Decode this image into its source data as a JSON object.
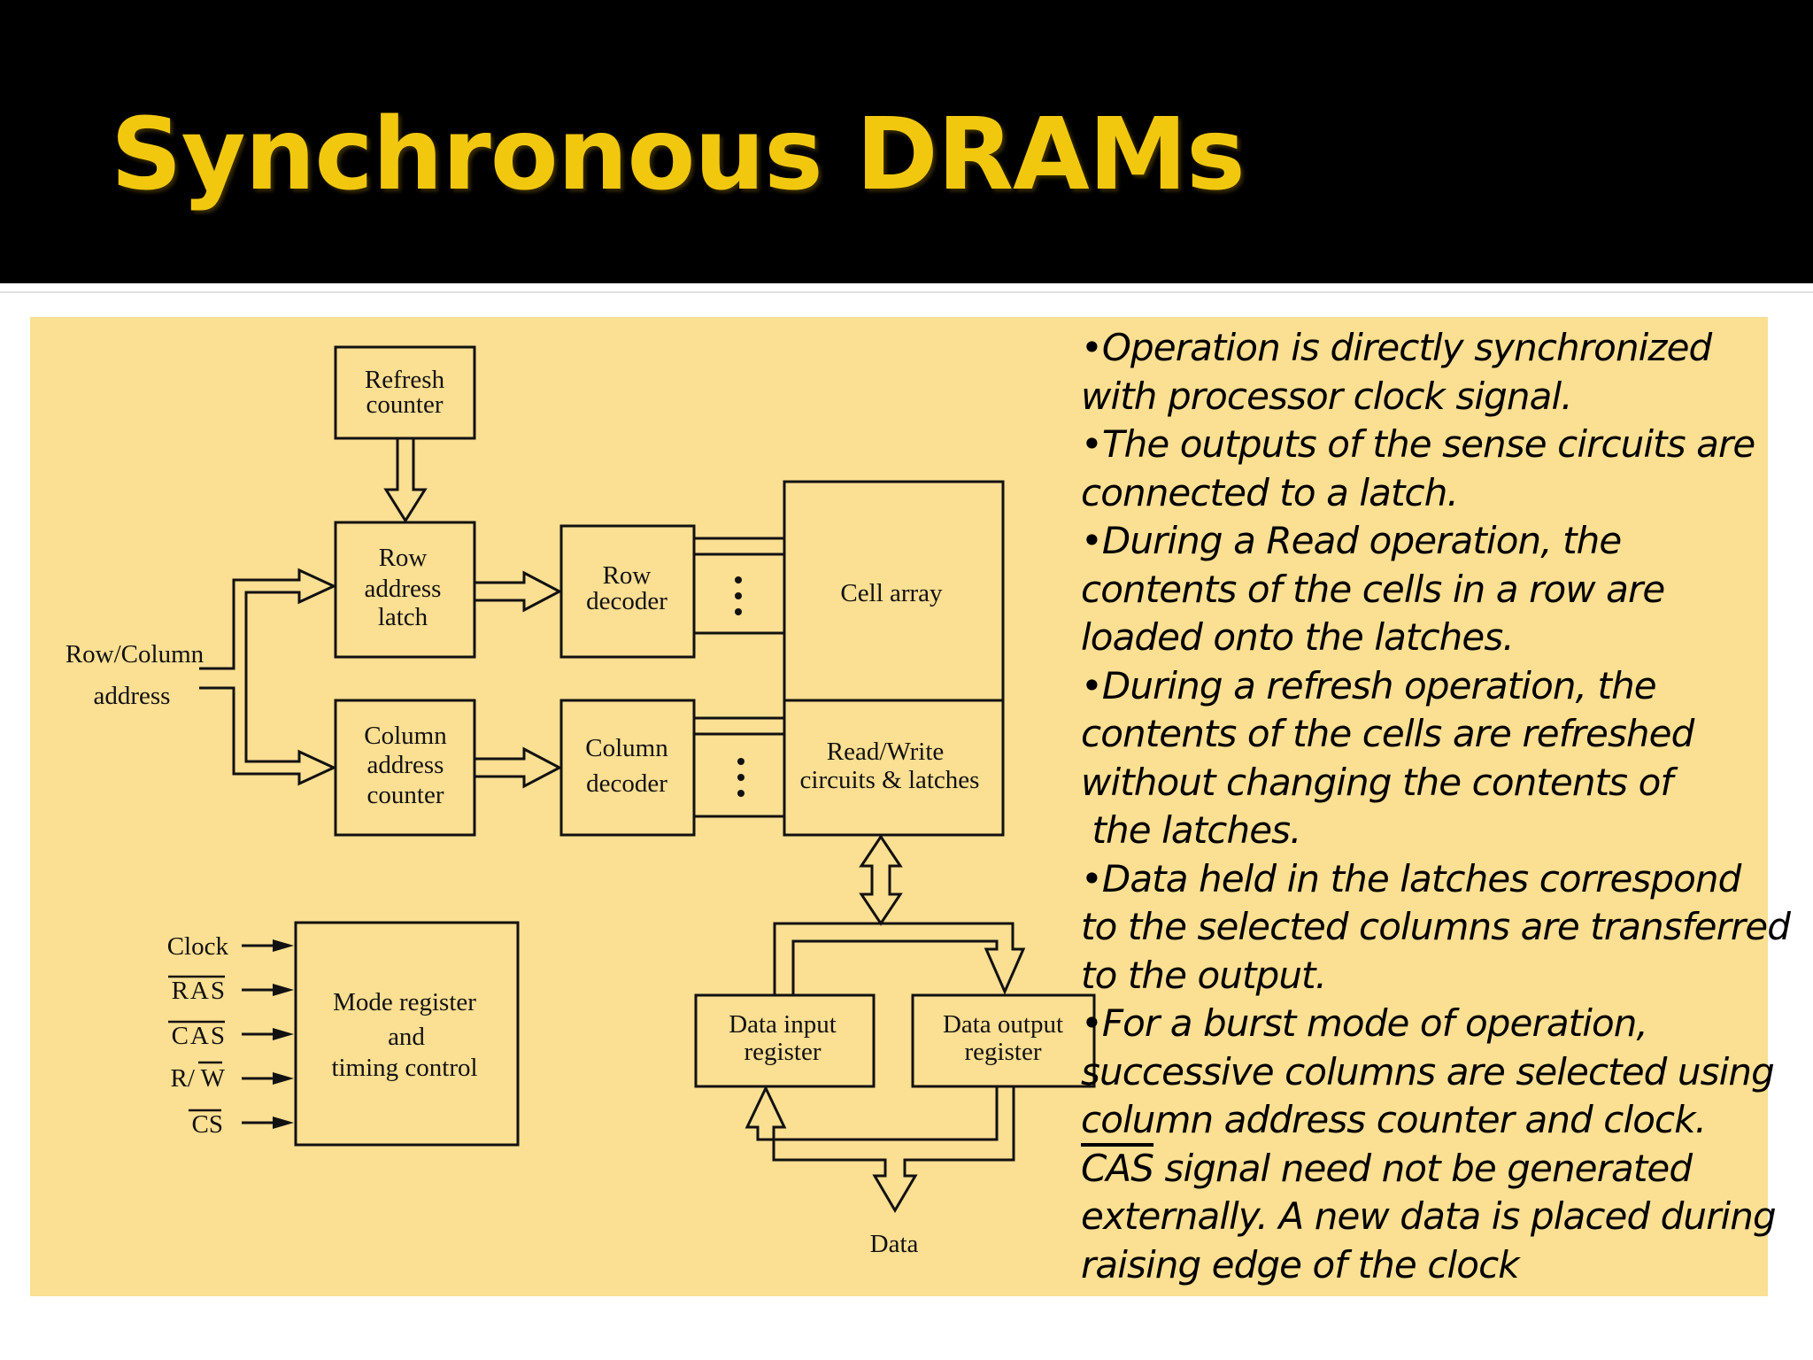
{
  "slide": {
    "title": "Synchronous DRAMs",
    "background_color": "#000000",
    "title_color": "#f2c80f",
    "panel_color": "#fbdf92"
  },
  "diagram": {
    "blocks": {
      "refresh_counter": [
        "Refresh",
        "counter"
      ],
      "row_address_latch": [
        "Row",
        "address",
        "latch"
      ],
      "column_address_counter": [
        "Column",
        "address",
        "counter"
      ],
      "row_decoder": [
        "Row",
        "decoder"
      ],
      "column_decoder": [
        "Column",
        "decoder"
      ],
      "cell_array": [
        "Cell array"
      ],
      "read_write": [
        "Read/Write",
        "circuits & latches"
      ],
      "mode_register": [
        "Mode register",
        "and",
        "timing control"
      ],
      "data_input_register": [
        "Data input",
        "register"
      ],
      "data_output_register": [
        "Data output",
        "register"
      ]
    },
    "inputs": {
      "row_column_address": [
        "Row/Column",
        "address"
      ],
      "control_signals": [
        "Clock",
        "RAS",
        "CAS",
        "R/ W",
        "CS"
      ],
      "data": "Data"
    }
  },
  "bullets": {
    "lines": [
      "•Operation is directly synchronized",
      "with processor clock signal.",
      "•The outputs of the sense circuits are",
      "connected to a latch.",
      "•During a Read operation, the",
      "contents of the cells in a row are",
      "loaded onto the latches.",
      "•During a refresh operation, the",
      "contents of the cells are refreshed",
      "without changing the contents of",
      " the latches.",
      "•Data held in the latches correspond",
      "to the selected columns are transferred",
      "to the output.",
      "•For a burst mode of operation,",
      "successive columns are selected using",
      "column address counter and clock.",
      "externally. A new data is placed during",
      "raising edge of the clock"
    ],
    "cas_line": {
      "cas": "CAS",
      "rest": " signal need not be generated"
    }
  }
}
